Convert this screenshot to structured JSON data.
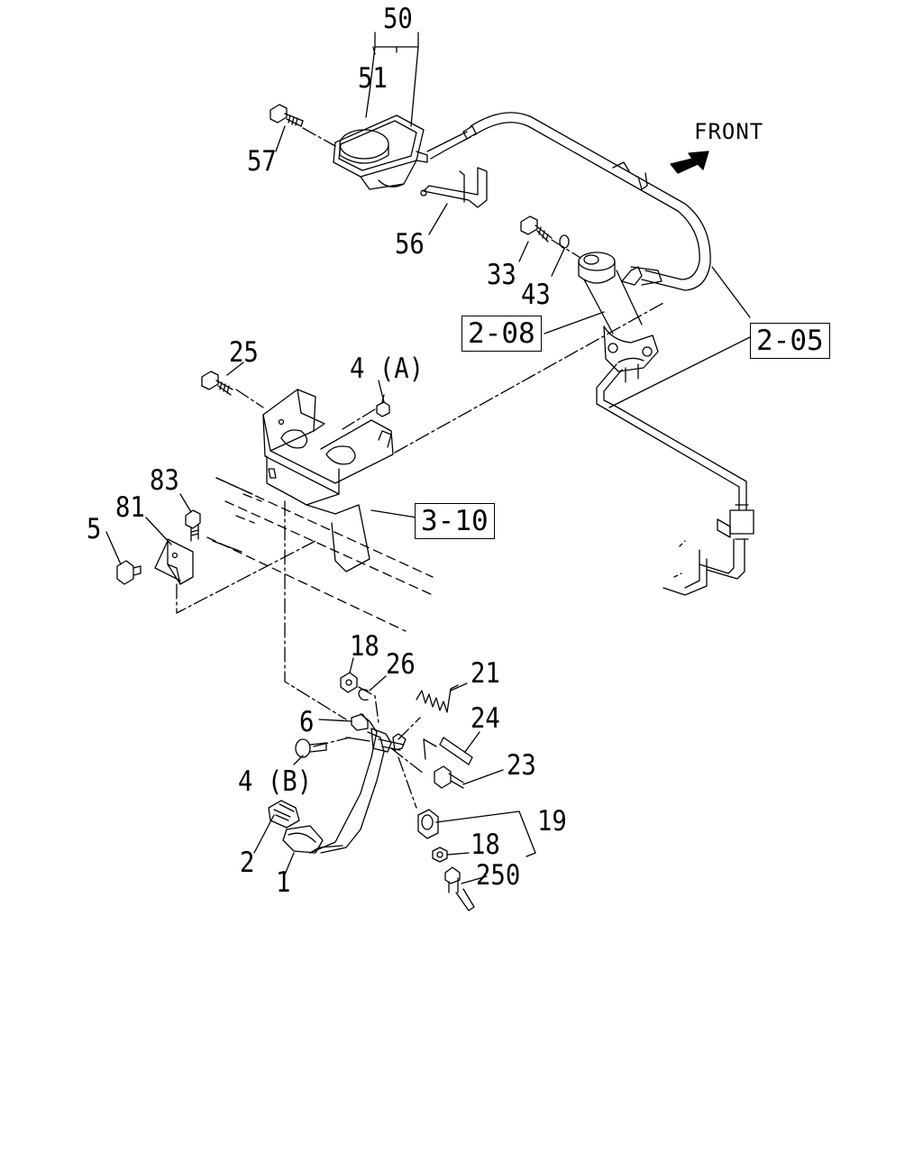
{
  "direction_label": "FRONT",
  "part_labels": {
    "p50": "50",
    "p51": "51",
    "p57": "57",
    "p56": "56",
    "p33": "33",
    "p43": "43",
    "p25": "25",
    "p4a": "4 (A)",
    "p83": "83",
    "p81": "81",
    "p5": "5",
    "p18a": "18",
    "p26": "26",
    "p21": "21",
    "p6": "6",
    "p24": "24",
    "p4b": "4 (B)",
    "p23": "23",
    "p19": "19",
    "p18b": "18",
    "p2": "2",
    "p1": "1",
    "p250": "250"
  },
  "section_refs": {
    "r208": "2-08",
    "r205": "2-05",
    "r310": "3-10"
  }
}
